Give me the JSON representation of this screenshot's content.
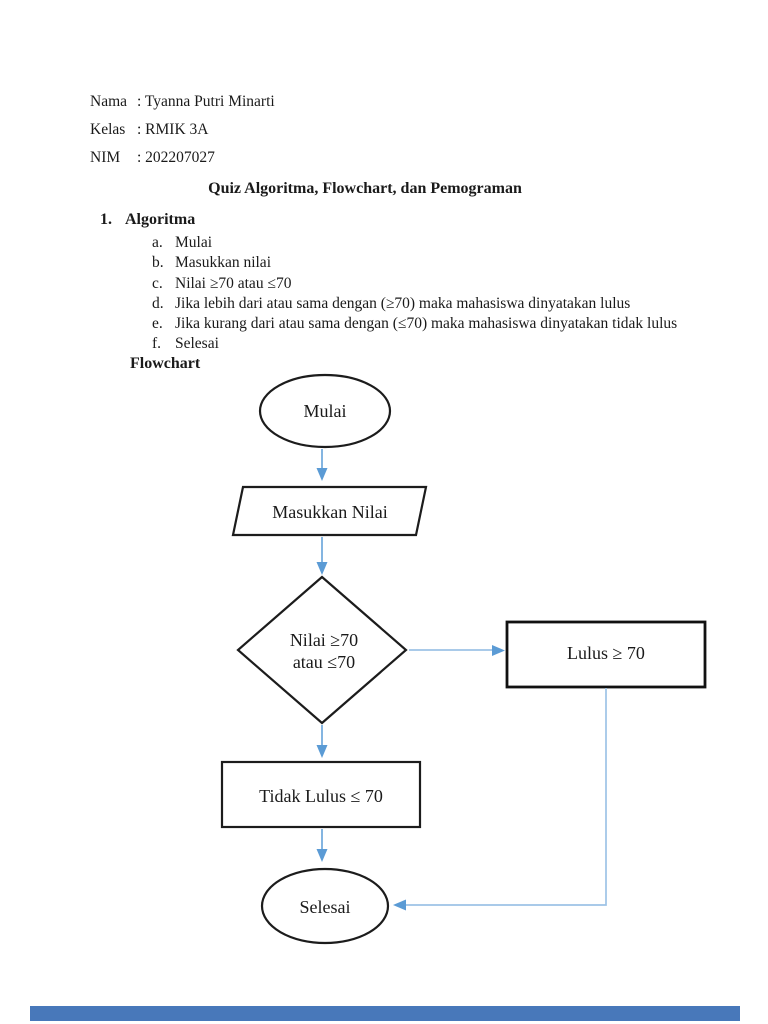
{
  "header": {
    "rows": [
      {
        "label": "Nama",
        "value": ": Tyanna Putri Minarti"
      },
      {
        "label": "Kelas",
        "value": ": RMIK 3A"
      },
      {
        "label": "NIM",
        "value": ": 202207027"
      }
    ]
  },
  "title": "Quiz Algoritma, Flowchart, dan Pemograman",
  "algorithm": {
    "number": "1.",
    "heading": "Algoritma",
    "items": [
      {
        "marker": "a.",
        "text": "Mulai"
      },
      {
        "marker": "b.",
        "text": "Masukkan nilai"
      },
      {
        "marker": "c.",
        "text": "Nilai ≥70 atau ≤70"
      },
      {
        "marker": "d.",
        "text": "Jika lebih dari atau sama dengan (≥70) maka mahasiswa dinyatakan lulus"
      },
      {
        "marker": "e.",
        "text": "Jika kurang dari atau sama dengan (≤70) maka mahasiswa dinyatakan tidak lulus"
      },
      {
        "marker": "f.",
        "text": "Selesai"
      }
    ]
  },
  "flowchart": {
    "heading": "Flowchart",
    "nodes": {
      "start": "Mulai",
      "input": "Masukkan Nilai",
      "decision_line1": "Nilai ≥70",
      "decision_line2": "atau ≤70",
      "pass": "Lulus ≥ 70",
      "fail": "Tidak Lulus ≤ 70",
      "end": "Selesai"
    },
    "colors": {
      "shape_stroke": "#1c1c1c",
      "arrow": "#6fa8dc",
      "arrow_light": "#9dc3e6",
      "arrowhead": "#5b9bd5"
    }
  },
  "footer": {
    "bar_color": "#4878ba"
  }
}
